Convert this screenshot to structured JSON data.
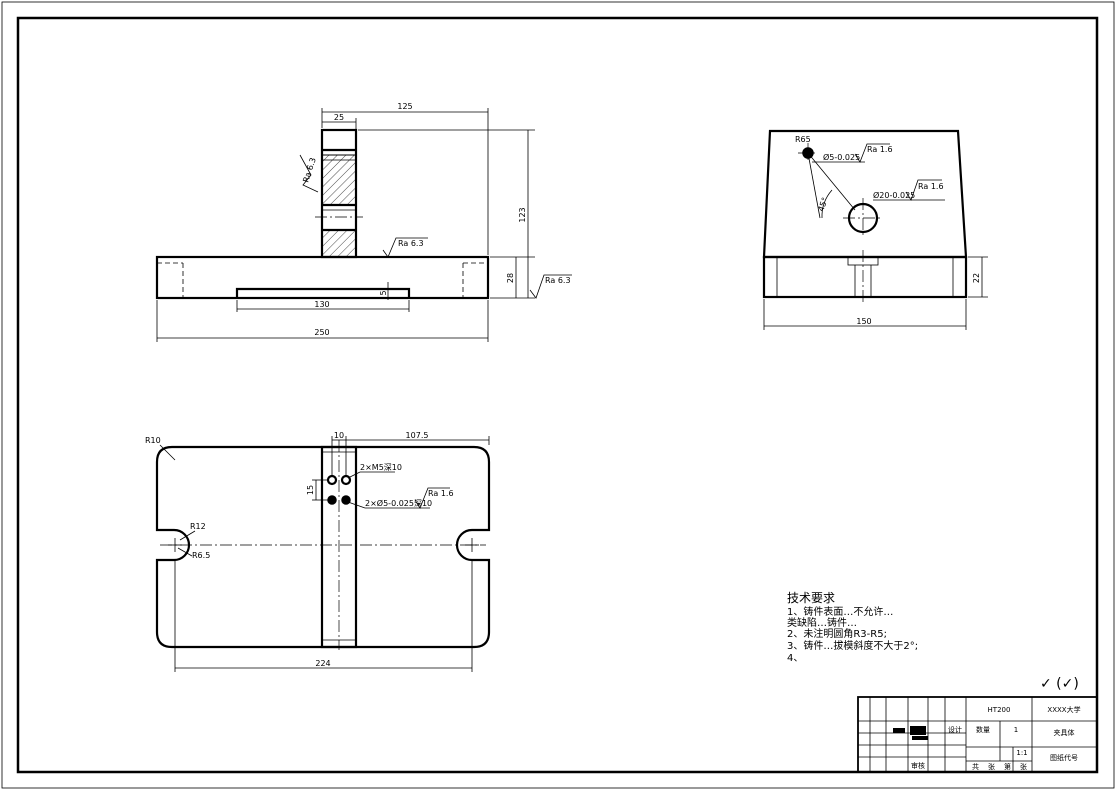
{
  "front_view": {
    "dim_125": "125",
    "dim_25": "25",
    "dim_123": "123",
    "dim_28": "28",
    "dim_5": "5",
    "dim_130": "130",
    "dim_250": "250",
    "ra_left": "Ra 6.3",
    "ra_base": "Ra 6.3",
    "ra_right": "Ra 6.3"
  },
  "side_view": {
    "r65": "R65",
    "hole_small": "Ø5-0.025",
    "hole_small_ra": "Ra 1.6",
    "hole_large": "Ø20-0.025",
    "hole_large_ra": "Ra 1.6",
    "angle": "45°",
    "dim_22": "22",
    "dim_150": "150"
  },
  "top_view": {
    "r10": "R10",
    "dim_10": "10",
    "dim_107_5": "107.5",
    "m5_callout": "2×M5深10",
    "dim_15": "15",
    "pin_callout": "2×Ø5-0.025深10",
    "pin_ra": "Ra 1.6",
    "r12": "R12",
    "r6_5": "R6.5",
    "dim_224": "224"
  },
  "tech_req": {
    "title": "技术要求",
    "line1a": "1、铸件表面…不允许…",
    "line1b": "类缺陷…铸件…",
    "line2": "2、未注明圆角R3-R5;",
    "line3": "3、铸件…拔模斜度不大于2°;",
    "line4": "4、"
  },
  "roughness_symbol": "✓ (✓)",
  "title_block": {
    "material": "HT200",
    "school": "XXXX大学",
    "qty_label": "数量",
    "qty_value": "1",
    "part_name": "夹具体",
    "scale": "1:1",
    "drawing_no": "图纸代号",
    "col_a": "设计",
    "col_b": "审核",
    "footer_a": "共",
    "footer_b": "张",
    "footer_c": "第",
    "footer_d": "张"
  }
}
